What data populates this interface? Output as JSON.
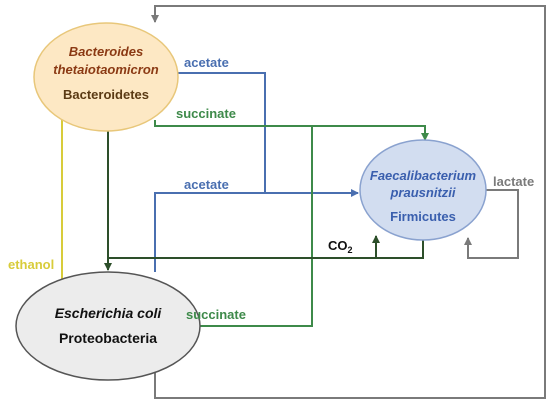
{
  "nodes": {
    "bacteroides": {
      "name_line1": "Bacteroides",
      "name_line2": "thetaiotaomicron",
      "phylum": "Bacteroidetes",
      "fill": "#fde8c4",
      "text_color": "#8b3a14",
      "phylum_color": "#5a3a14"
    },
    "faecalibacterium": {
      "name_line1": "Faecalibacterium",
      "name_line2": "prausnitzii",
      "phylum": "Firmicutes",
      "fill": "#d2ddf0",
      "text_color": "#3a5fae"
    },
    "ecoli": {
      "name": "Escherichia coli",
      "phylum": "Proteobacteria",
      "fill": "#ececec",
      "text_color": "#111111"
    }
  },
  "edge_labels": {
    "acetate_top": "acetate",
    "succinate_top": "succinate",
    "acetate_mid": "acetate",
    "co2": "CO",
    "co2_sub": "2",
    "succinate_bottom": "succinate",
    "ethanol": "ethanol",
    "lactate": "lactate"
  },
  "colors": {
    "acetate": "#4a6fb0",
    "succinate": "#3e8a4a",
    "dark_green": "#2d4f2a",
    "ethanol": "#d8cc3a",
    "gray": "#7a7a7a"
  }
}
